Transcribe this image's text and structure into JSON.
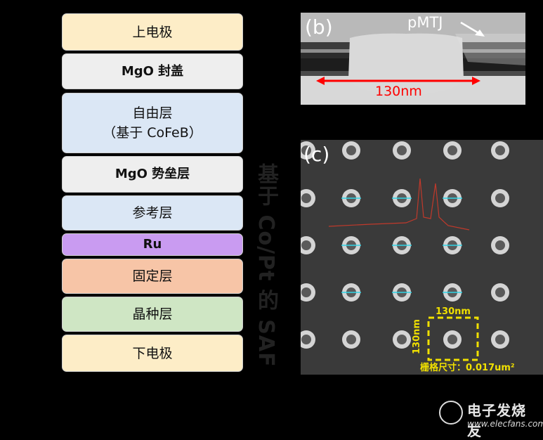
{
  "stack": {
    "layers": [
      {
        "label": "上电极",
        "color": "#fdedc7"
      },
      {
        "label": "MgO 封盖",
        "color": "#eeeeee"
      },
      {
        "label": "自由层\n（基于 CoFeB）",
        "color": "#dbe7f5"
      },
      {
        "label": "MgO 势垒层",
        "color": "#eeeeee"
      },
      {
        "label": "参考层",
        "color": "#dbe7f5"
      },
      {
        "label": "Ru",
        "color": "#c99bf1"
      },
      {
        "label": "固定层",
        "color": "#f7c5a7"
      },
      {
        "label": "晶种层",
        "color": "#cfe6c4"
      },
      {
        "label": "下电极",
        "color": "#fdedc7"
      }
    ],
    "saf_label": "基于 Co/Pt 的 SAF"
  },
  "panel_b": {
    "label": "(b)",
    "pmtj_label": "pMTJ",
    "dimension_label": "130nm",
    "arrow_color": "#ff0000"
  },
  "panel_c": {
    "label": "(c)",
    "box_width_label": "130nm",
    "box_height_label": "130nm",
    "pitch_label": "栅格尺寸：0.017um²",
    "box_color": "#f0e000"
  },
  "watermark": {
    "brand": "电子发烧友",
    "url": "www.elecfans.com"
  }
}
